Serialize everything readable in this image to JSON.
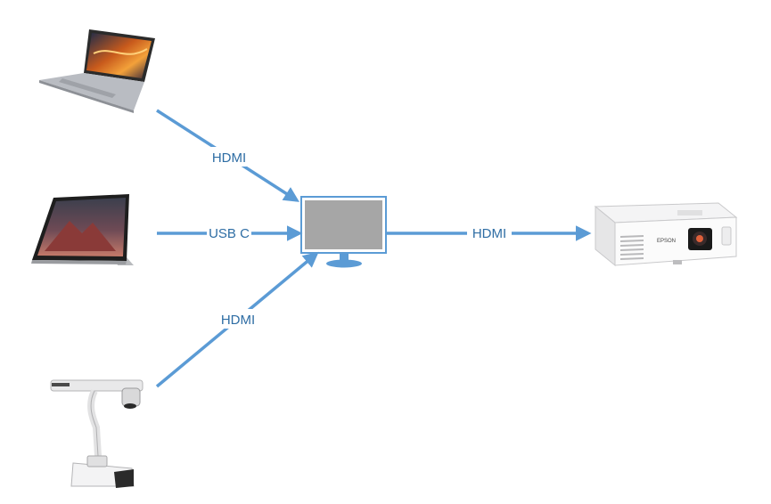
{
  "diagram": {
    "nodes": {
      "laptop": {
        "icon": "laptop-icon"
      },
      "tablet": {
        "icon": "tablet-icon"
      },
      "document_camera": {
        "icon": "document-camera-icon"
      },
      "monitor": {
        "icon": "monitor-icon"
      },
      "projector": {
        "icon": "projector-icon",
        "brand": "EPSON"
      }
    },
    "connections": [
      {
        "from": "laptop",
        "to": "monitor",
        "label": "HDMI"
      },
      {
        "from": "tablet",
        "to": "monitor",
        "label": "USB C"
      },
      {
        "from": "document_camera",
        "to": "monitor",
        "label": "HDMI"
      },
      {
        "from": "monitor",
        "to": "projector",
        "label": "HDMI"
      }
    ],
    "colors": {
      "connector": "#5b9bd5",
      "label": "#2e6da4",
      "monitor_screen": "#a6a6a6",
      "monitor_stand": "#5b9bd5"
    }
  }
}
